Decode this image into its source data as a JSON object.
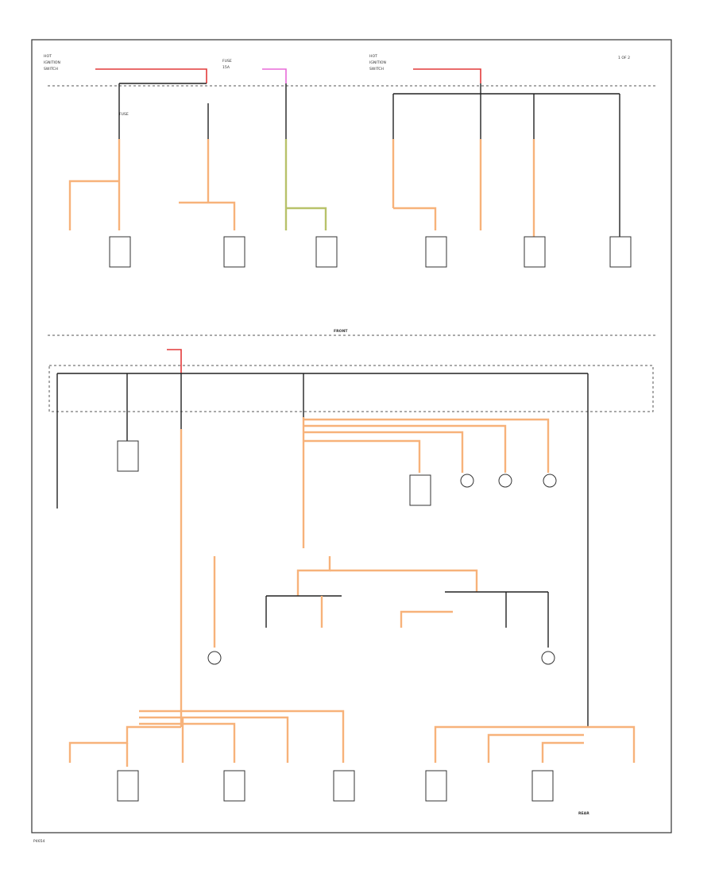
{
  "colors": {
    "orange": "#f7b27a",
    "red": "#e23a3a",
    "pink": "#e86ad8",
    "yellow_green": "#b8c26a",
    "black": "#222222"
  },
  "labels": {
    "top_right": "1 OF 2",
    "mid_label": "FRONT",
    "rear_label": "REAR",
    "footer": "P4654"
  }
}
